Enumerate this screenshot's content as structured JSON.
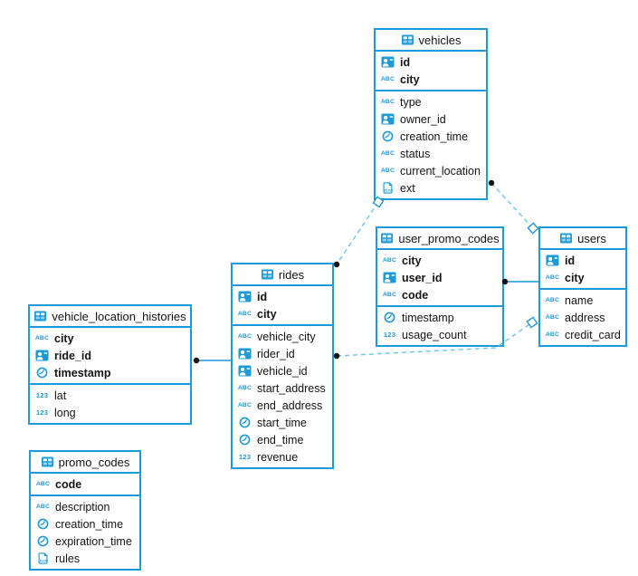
{
  "diagram": {
    "colors": {
      "accent": "#1d9ad8",
      "dashed": "#6cc3ec",
      "endpoint": "#141414",
      "text": "#141414",
      "background": "#ffffff"
    },
    "icon_labels": {
      "text": "ABC",
      "number": "123",
      "json": "JSON"
    },
    "tables": [
      {
        "name": "vehicles",
        "key_fields": [
          {
            "name": "id",
            "type": "id"
          },
          {
            "name": "city",
            "type": "text"
          }
        ],
        "fields": [
          {
            "name": "type",
            "type": "text"
          },
          {
            "name": "owner_id",
            "type": "id"
          },
          {
            "name": "creation_time",
            "type": "time"
          },
          {
            "name": "status",
            "type": "text"
          },
          {
            "name": "current_location",
            "type": "text"
          },
          {
            "name": "ext",
            "type": "json"
          }
        ]
      },
      {
        "name": "user_promo_codes",
        "key_fields": [
          {
            "name": "city",
            "type": "text"
          },
          {
            "name": "user_id",
            "type": "id"
          },
          {
            "name": "code",
            "type": "text"
          }
        ],
        "fields": [
          {
            "name": "timestamp",
            "type": "time"
          },
          {
            "name": "usage_count",
            "type": "number"
          }
        ]
      },
      {
        "name": "users",
        "key_fields": [
          {
            "name": "id",
            "type": "id"
          },
          {
            "name": "city",
            "type": "text"
          }
        ],
        "fields": [
          {
            "name": "name",
            "type": "text"
          },
          {
            "name": "address",
            "type": "text"
          },
          {
            "name": "credit_card",
            "type": "text"
          }
        ]
      },
      {
        "name": "rides",
        "key_fields": [
          {
            "name": "id",
            "type": "id"
          },
          {
            "name": "city",
            "type": "text"
          }
        ],
        "fields": [
          {
            "name": "vehicle_city",
            "type": "text"
          },
          {
            "name": "rider_id",
            "type": "id"
          },
          {
            "name": "vehicle_id",
            "type": "id"
          },
          {
            "name": "start_address",
            "type": "text"
          },
          {
            "name": "end_address",
            "type": "text"
          },
          {
            "name": "start_time",
            "type": "time"
          },
          {
            "name": "end_time",
            "type": "time"
          },
          {
            "name": "revenue",
            "type": "number"
          }
        ]
      },
      {
        "name": "vehicle_location_histories",
        "key_fields": [
          {
            "name": "city",
            "type": "text"
          },
          {
            "name": "ride_id",
            "type": "id"
          },
          {
            "name": "timestamp",
            "type": "time"
          }
        ],
        "fields": [
          {
            "name": "lat",
            "type": "number"
          },
          {
            "name": "long",
            "type": "number"
          }
        ]
      },
      {
        "name": "promo_codes",
        "key_fields": [
          {
            "name": "code",
            "type": "text"
          }
        ],
        "fields": [
          {
            "name": "description",
            "type": "text"
          },
          {
            "name": "creation_time",
            "type": "time"
          },
          {
            "name": "expiration_time",
            "type": "time"
          },
          {
            "name": "rules",
            "type": "json"
          }
        ]
      }
    ],
    "relationships": [
      {
        "from": "vehicles",
        "to": "rides",
        "line": "dashed",
        "from_marker": "diamond",
        "to_marker": "dot"
      },
      {
        "from": "vehicles",
        "to": "users",
        "line": "dashed",
        "from_marker": "dot",
        "to_marker": "diamond"
      },
      {
        "from": "rides",
        "to": "users",
        "line": "dashed",
        "from_marker": "dot",
        "to_marker": "diamond"
      },
      {
        "from": "user_promo_codes",
        "to": "users",
        "line": "solid",
        "from_marker": "dot",
        "to_marker": "none"
      },
      {
        "from": "vehicle_location_histories",
        "to": "rides",
        "line": "solid",
        "from_marker": "dot",
        "to_marker": "none"
      }
    ]
  }
}
